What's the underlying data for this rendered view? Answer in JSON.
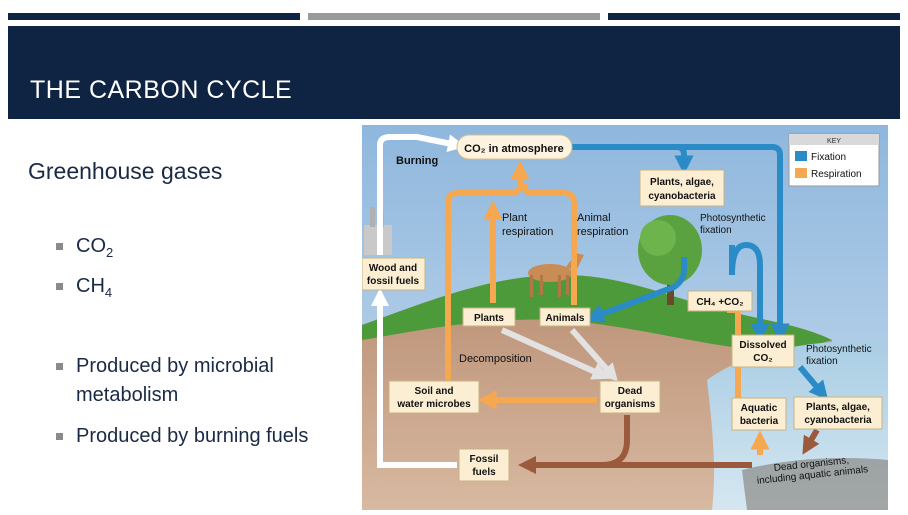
{
  "slide": {
    "title": "THE CARBON CYCLE",
    "subtitle": "Greenhouse gases",
    "gas_bullets": [
      {
        "main": "CO",
        "sub": "2"
      },
      {
        "main": "CH",
        "sub": "4"
      }
    ],
    "text_bullets": [
      {
        "line1": "Produced by microbial",
        "line2": "metabolism"
      },
      {
        "line1": "Produced by burning fuels",
        "line2": ""
      }
    ]
  },
  "diagram": {
    "key": {
      "title": "KEY",
      "fixation": "Fixation",
      "respiration": "Respiration"
    },
    "colors": {
      "fixation": "#2a8bc7",
      "respiration": "#f5a850",
      "decomposition": "#9c5a3c",
      "box": "#fbeed2"
    },
    "labels": {
      "co2_atmosphere": "CO₂ in atmosphere",
      "burning": "Burning",
      "plants_algae_top_1": "Plants, algae,",
      "plants_algae_top_2": "cyanobacteria",
      "photosynthetic_fixation_top_1": "Photosynthetic",
      "photosynthetic_fixation_top_2": "fixation",
      "plant_respiration_1": "Plant",
      "plant_respiration_2": "respiration",
      "animal_respiration_1": "Animal",
      "animal_respiration_2": "respiration",
      "wood_fossil_1": "Wood and",
      "wood_fossil_2": "fossil fuels",
      "plants": "Plants",
      "animals": "Animals",
      "ch4_co2": "CH₄ +CO₂",
      "dissolved_1": "Dissolved",
      "dissolved_2": "CO₂",
      "photosynthetic_fixation_bottom_1": "Photosynthetic",
      "photosynthetic_fixation_bottom_2": "fixation",
      "decomposition": "Decomposition",
      "soil_microbes_1": "Soil and",
      "soil_microbes_2": "water microbes",
      "dead_organisms_1": "Dead",
      "dead_organisms_2": "organisms",
      "aquatic_bacteria_1": "Aquatic",
      "aquatic_bacteria_2": "bacteria",
      "plants_algae_bottom_1": "Plants, algae,",
      "plants_algae_bottom_2": "cyanobacteria",
      "fossil_fuels_1": "Fossil",
      "fossil_fuels_2": "fuels",
      "dead_aquatic_1": "Dead organisms,",
      "dead_aquatic_2": "including aquatic animals"
    }
  }
}
